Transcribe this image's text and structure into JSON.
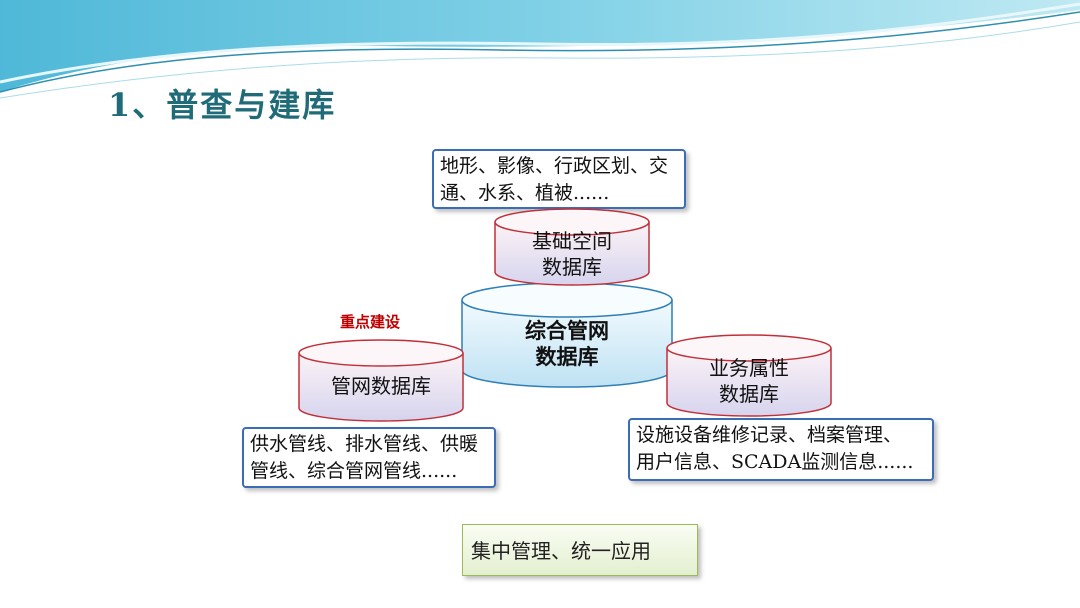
{
  "title": "1、普查与建库",
  "colors": {
    "title": "#1f6b78",
    "cylinder_border": "#c0303a",
    "center_border": "#2e7fb8",
    "box_border": "#3a6db6",
    "accent_red": "#c00000"
  },
  "diagram": {
    "top_note": {
      "line1": "地形、影像、行政区划、交",
      "line2": "通、水系、植被......"
    },
    "top_cylinder": {
      "line1": "基础空间",
      "line2": "数据库"
    },
    "center_cylinder": {
      "line1": "综合管网",
      "line2": "数据库"
    },
    "left_label": "重点建设",
    "left_cylinder": {
      "line1": "管网数据库"
    },
    "left_note": {
      "line1": "供水管线、排水管线、供暖",
      "line2": "管线、综合管网管线......"
    },
    "right_cylinder": {
      "line1": "业务属性",
      "line2": "数据库"
    },
    "right_note": {
      "line1": "设施设备维修记录、档案管理、",
      "line2": "用户信息、SCADA监测信息......"
    },
    "summary": "集中管理、统一应用"
  }
}
